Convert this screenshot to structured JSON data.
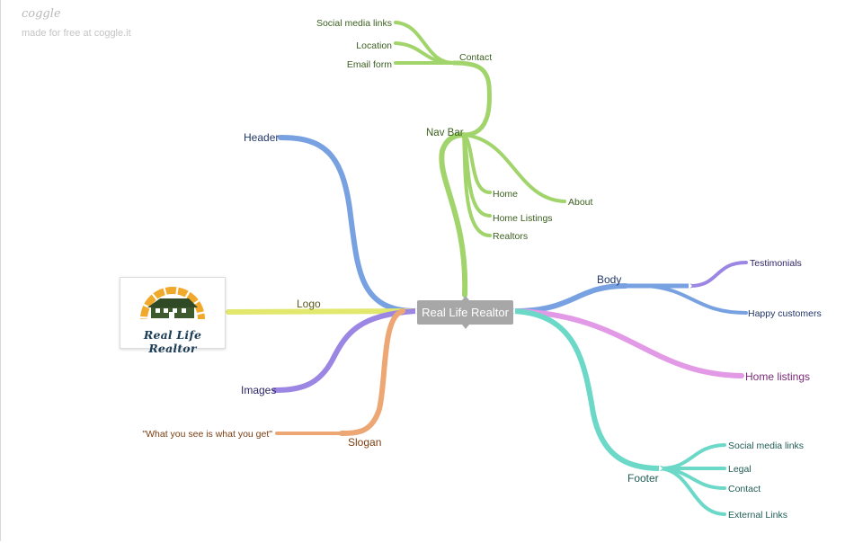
{
  "brand": {
    "name": "coggle",
    "tagline": "made for free at coggle.it"
  },
  "center": {
    "label": "Real Life Realtor"
  },
  "logo": {
    "text": "Real Life Realtor"
  },
  "nodes": {
    "nav_bar": "Nav Bar",
    "contact": "Contact",
    "social_media_links_top": "Social media links",
    "location": "Location",
    "email_form": "Email form",
    "home": "Home",
    "home_listings_nav": "Home Listings",
    "realtors": "Realtors",
    "about": "About",
    "header": "Header",
    "logo": "Logo",
    "images": "Images",
    "slogan": "Slogan",
    "slogan_text": "\"What you see is what you get\"",
    "body": "Body",
    "testimonials": "Testimonials",
    "happy_customers": "Happy customers",
    "home_listings": "Home listings",
    "footer": "Footer",
    "social_media_links_footer": "Social media links",
    "legal": "Legal",
    "contact_footer": "Contact",
    "external_links": "External Links"
  },
  "colors": {
    "green": "#a2d46c",
    "blue": "#77a1e0",
    "yellow": "#e2e86e",
    "purple": "#9b87e3",
    "orange": "#eda774",
    "pink": "#e39ae6",
    "teal": "#6cd8c8",
    "center_box": "#a7a7a7"
  }
}
